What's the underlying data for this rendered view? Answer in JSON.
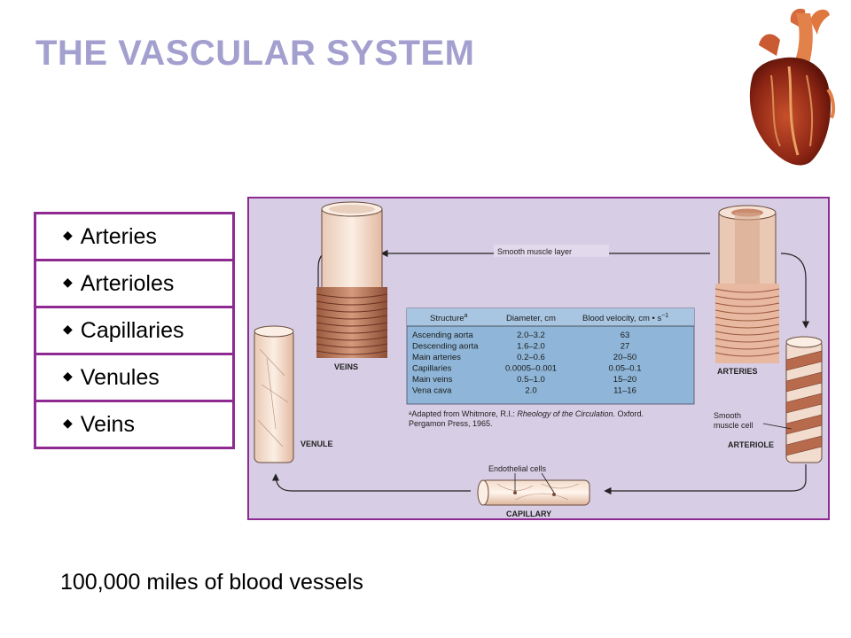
{
  "title": "THE VASCULAR SYSTEM",
  "vessels": [
    {
      "label": "Arteries"
    },
    {
      "label": "Arterioles"
    },
    {
      "label": "Capillaries"
    },
    {
      "label": "Venules"
    },
    {
      "label": "Veins"
    }
  ],
  "bullet": "◆",
  "figure": {
    "labels": {
      "smooth_muscle_layer": "Smooth muscle layer",
      "veins": "VEINS",
      "arteries": "ARTERIES",
      "smooth_muscle_cell_1": "Smooth",
      "smooth_muscle_cell_2": "muscle cell",
      "arteriole": "ARTERIOLE",
      "venule": "VENULE",
      "endothelial_cells": "Endothelial cells",
      "capillary": "CAPILLARY"
    },
    "table": {
      "headers": [
        "Structure",
        "Diameter, cm",
        "Blood velocity, cm • s"
      ],
      "header_footnote_mark": "a",
      "velocity_unit_exp": "−1",
      "rows": [
        [
          "Ascending aorta",
          "2.0–3.2",
          "63"
        ],
        [
          "Descending aorta",
          "1.6–2.0",
          "27"
        ],
        [
          "Main arteries",
          "0.2–0.6",
          "20–50"
        ],
        [
          "Capillaries",
          "0.0005–0.001",
          "0.05–0.1"
        ],
        [
          "Main veins",
          "0.5–1.0",
          "15–20"
        ],
        [
          "Vena cava",
          "2.0",
          "11–16"
        ]
      ],
      "footnote_pre": "ᵃAdapted from Whitmore, R.I.: ",
      "footnote_italic": "Rheology of the Circulation.",
      "footnote_post": " Oxford.",
      "footnote_line2": "Pergamon Press, 1965."
    }
  },
  "footer": "100,000 miles of blood vessels",
  "colors": {
    "title": "#a3a0cf",
    "border": "#8e2a92",
    "figure_bg": "#d7cde4",
    "table_bg": "#8fb6d8",
    "vessel_wall": "#c98a6e",
    "vessel_inner": "#f4e6dc"
  }
}
